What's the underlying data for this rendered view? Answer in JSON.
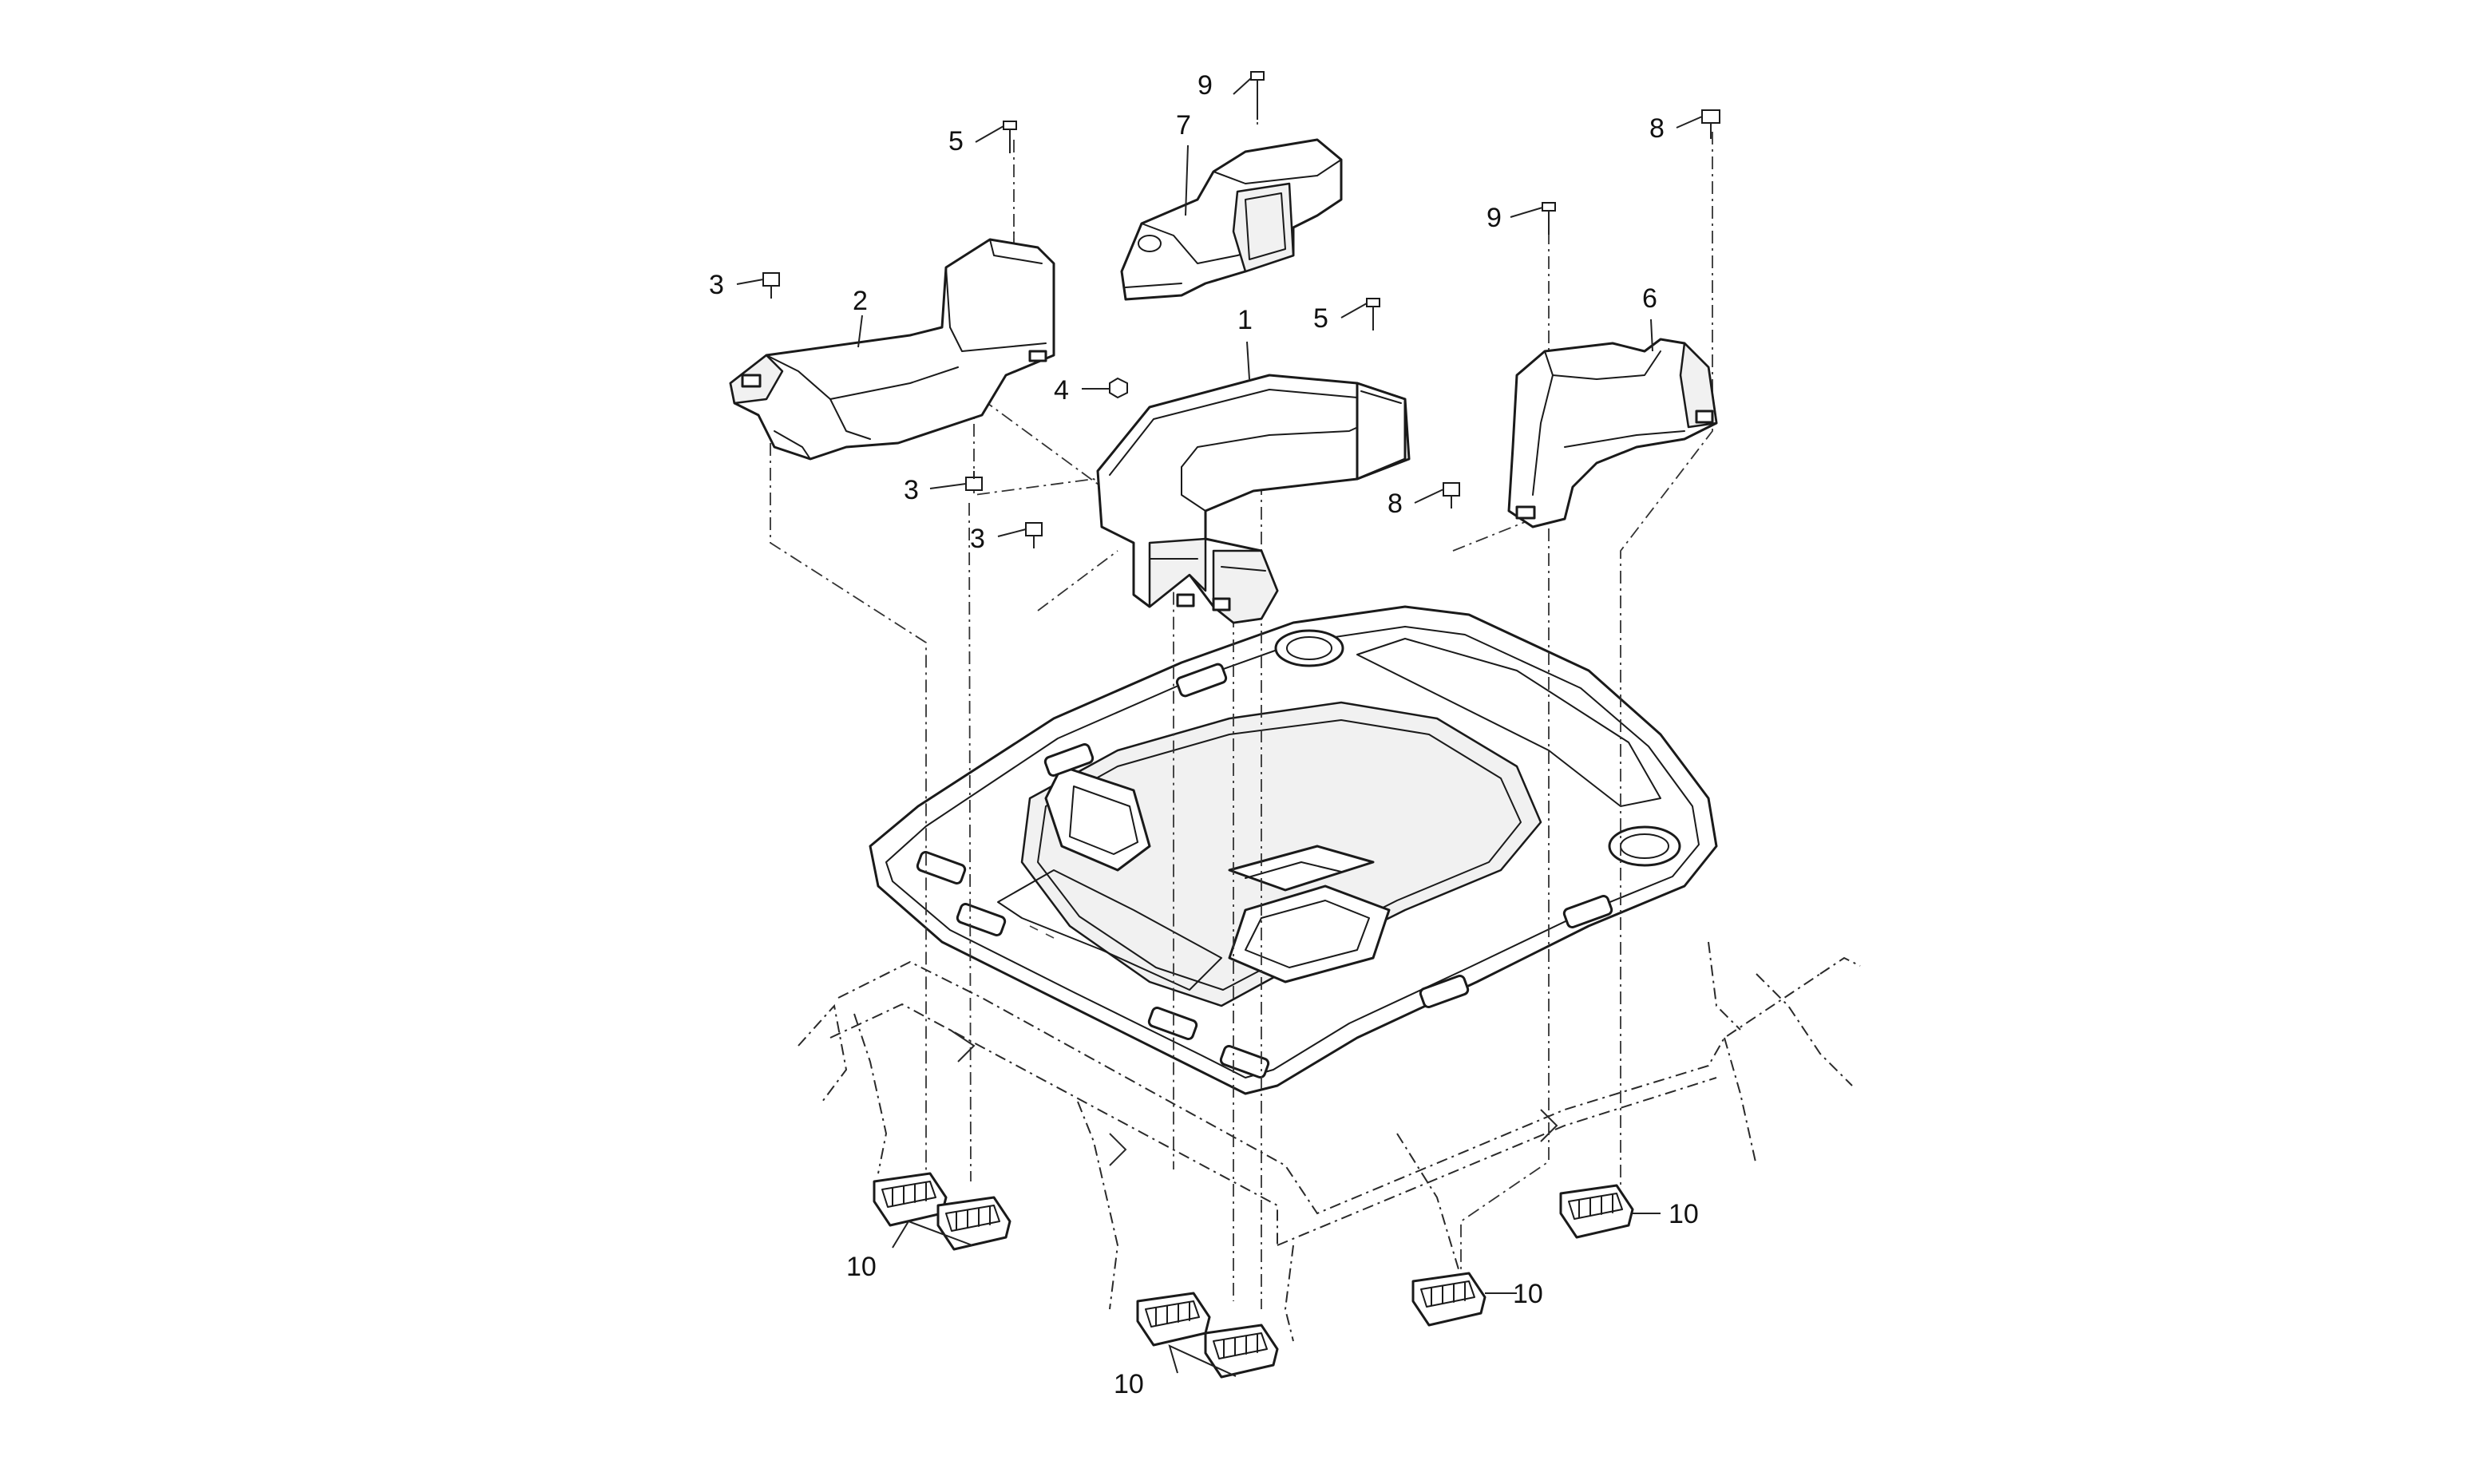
{
  "diagram": {
    "callouts": {
      "c1": "1",
      "c2": "2",
      "c3a": "3",
      "c3b": "3",
      "c3c": "3",
      "c4": "4",
      "c5a": "5",
      "c5b": "5",
      "c6": "6",
      "c7": "7",
      "c8a": "8",
      "c8b": "8",
      "c9a": "9",
      "c9b": "9",
      "c10a": "10",
      "c10b": "10",
      "c10c": "10",
      "c10d": "10"
    },
    "colors": {
      "line": "#1a1a1a",
      "background": "#ffffff"
    }
  }
}
